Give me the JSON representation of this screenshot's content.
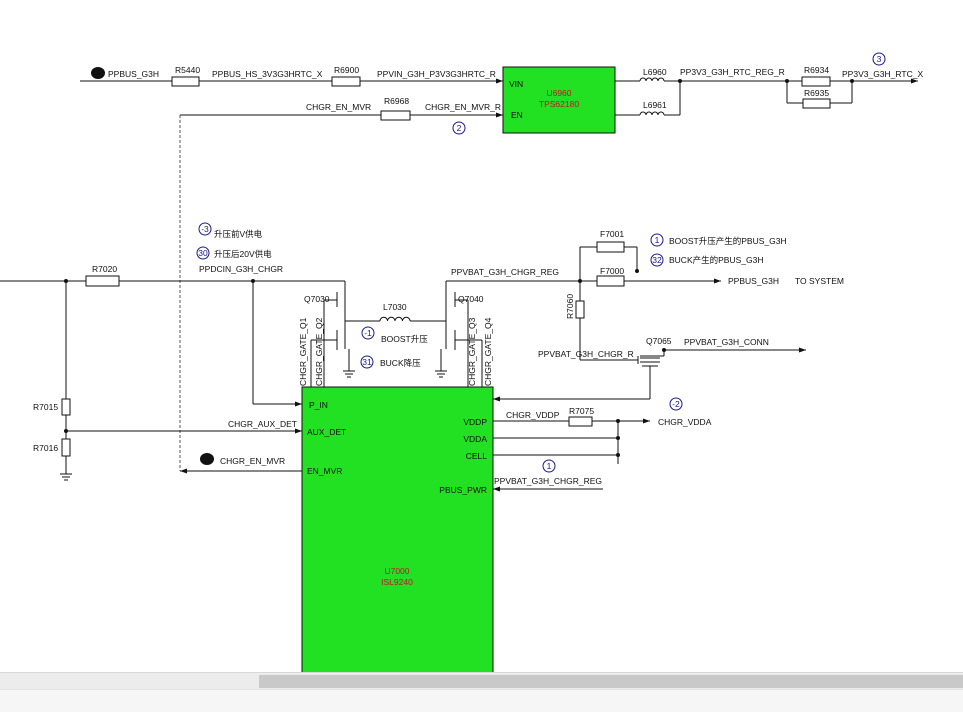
{
  "colors": {
    "chip_fill": "#22e022",
    "chip_label": "#c8102e",
    "callout": "#1a1a8c",
    "wire": "#111111"
  },
  "net_labels": {
    "ppbus_g3h": "PPBUS_G3H",
    "ppbus_hs": "PPBUS_HS_3V3G3HRTC_X",
    "ppvin": "PPVIN_G3H_P3V3G3HRTC_R",
    "chgr_en_mvr_top": "CHGR_EN_MVR",
    "chgr_en_mvr_r": "CHGR_EN_MVR_R",
    "pp3v3_reg_r": "PP3V3_G3H_RTC_REG_R",
    "pp3v3_rtc_x": "PP3V3_G3H_RTC_X",
    "ppdcin": "PPDCIN_G3H_CHGR",
    "ppvbat_chgr_reg": "PPVBAT_G3H_CHGR_REG",
    "ppbus_out": "PPBUS_G3H",
    "to_system": "TO SYSTEM",
    "ppvbat_conn": "PPVBAT_G3H_CONN",
    "ppvbat_chgr_r": "PPVBAT_G3H_CHGR_R",
    "chgr_vddp": "CHGR_VDDP",
    "chgr_vdda": "CHGR_VDDA",
    "chgr_aux_det": "CHGR_AUX_DET",
    "chgr_en_mvr_bottom": "CHGR_EN_MVR",
    "ppvbat_pbus_pwr": "PPVBAT_G3H_CHGR_REG",
    "gate_q1": "CHGR_GATE_Q1",
    "gate_q2": "CHGR_GATE_Q2",
    "gate_q3": "CHGR_GATE_Q3",
    "gate_q4": "CHGR_GATE_Q4"
  },
  "refdes": {
    "r5440": "R5440",
    "r6900": "R6900",
    "r6968": "R6968",
    "l6960": "L6960",
    "l6961": "L6961",
    "r6934": "R6934",
    "r6935": "R6935",
    "r7020": "R7020",
    "q7030": "Q7030",
    "q7040": "Q7040",
    "l7030": "L7030",
    "f7001": "F7001",
    "f7000": "F7000",
    "r7060": "R7060",
    "q7065": "Q7065",
    "r7075": "R7075",
    "r7015": "R7015",
    "r7016": "R7016"
  },
  "chips": {
    "u6960": {
      "ref": "U6960",
      "part": "TPS62180",
      "pin_vin": "VIN",
      "pin_en": "EN"
    },
    "u7000": {
      "ref": "U7000",
      "part": "ISL9240",
      "pin_pin": "P_IN",
      "pin_aux": "AUX_DET",
      "pin_en": "EN_MVR",
      "pin_vddp": "VDDP",
      "pin_vdda": "VDDA",
      "pin_cell": "CELL",
      "pin_pbus": "PBUS_PWR"
    }
  },
  "callouts": [
    {
      "num": "2",
      "text": ""
    },
    {
      "num": "3",
      "text": ""
    },
    {
      "num": "-3",
      "text": "升压前V供电"
    },
    {
      "num": "30",
      "text": "升压后20V供电"
    },
    {
      "num": "-1",
      "text": "BOOST升压"
    },
    {
      "num": "31",
      "text": "BUCK降压"
    },
    {
      "num": "1",
      "text": "BOOST升压产生的PBUS_G3H"
    },
    {
      "num": "32",
      "text": "BUCK产生的PBUS_G3H"
    },
    {
      "num": "-2",
      "text": ""
    },
    {
      "num": "1",
      "text": ""
    }
  ]
}
